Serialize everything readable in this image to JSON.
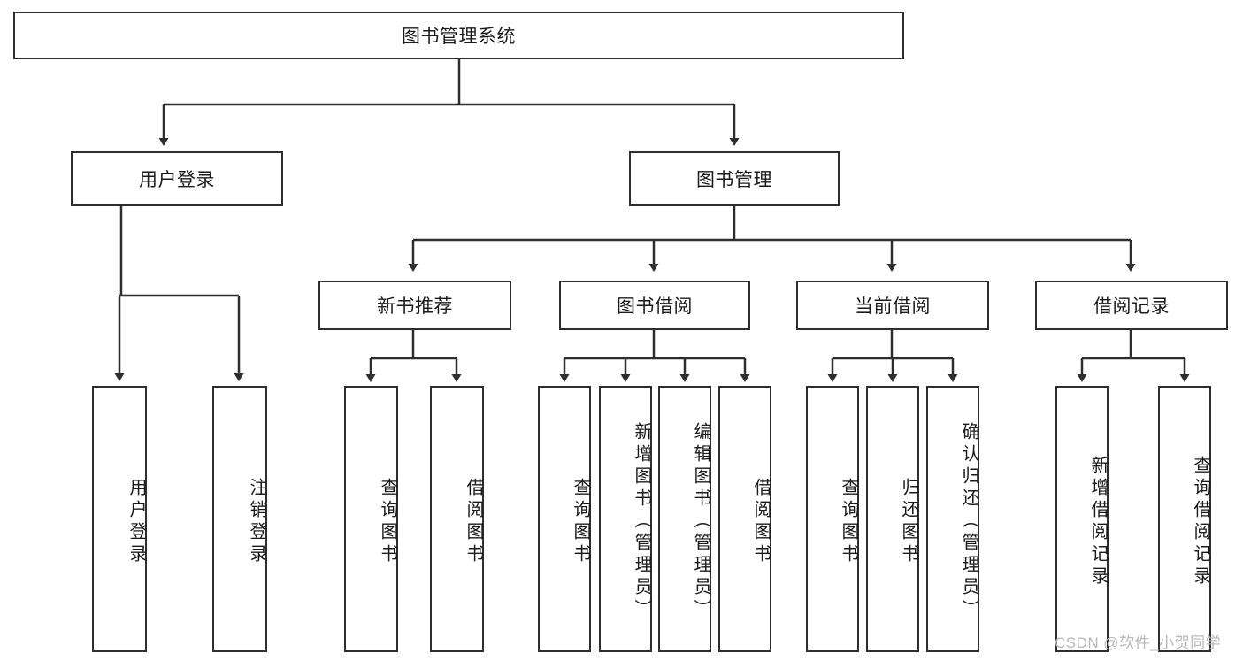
{
  "diagram": {
    "type": "tree-hierarchy-function-chart",
    "root": {
      "label": "图书管理系统"
    },
    "level2": [
      {
        "label": "用户登录"
      },
      {
        "label": "图书管理"
      }
    ],
    "level3": [
      {
        "label": "新书推荐"
      },
      {
        "label": "图书借阅"
      },
      {
        "label": "当前借阅"
      },
      {
        "label": "借阅记录"
      }
    ],
    "leaves": {
      "user_login": [
        {
          "label": "用户登录"
        },
        {
          "label": "注销登录"
        }
      ],
      "new_book_recommend": [
        {
          "label": "查询图书"
        },
        {
          "label": "借阅图书"
        }
      ],
      "book_borrow": [
        {
          "label": "查询图书"
        },
        {
          "label": "新增图书（管理员）"
        },
        {
          "label": "编辑图书（管理员）"
        },
        {
          "label": "借阅图书"
        }
      ],
      "current_borrow": [
        {
          "label": "查询图书"
        },
        {
          "label": "归还图书"
        },
        {
          "label": "确认归还（管理员）"
        }
      ],
      "borrow_record": [
        {
          "label": "新增借阅记录"
        },
        {
          "label": "查询借阅记录"
        }
      ]
    }
  },
  "watermark": {
    "text": "CSDN @软件_小贺同学"
  },
  "colors": {
    "stroke": "#2e2e2e",
    "background": "#ffffff",
    "text": "#1b1b1b",
    "watermark": "#b9b9b9"
  }
}
